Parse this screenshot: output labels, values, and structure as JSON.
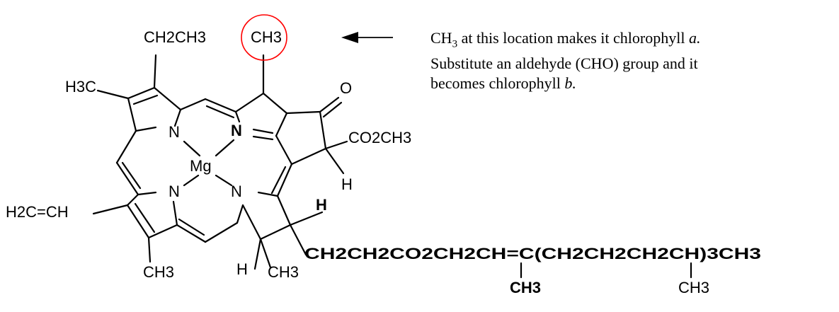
{
  "molecule": {
    "substituents": {
      "ethyl": "CH2CH3",
      "methyl_top": "CH3",
      "methyl_left": "H3C",
      "vinyl": "H2C=CH",
      "methyl_bottom": "CH3",
      "carbonyl_o": "O",
      "ester": "CO2CH3",
      "h_ring5": "H",
      "h_stereo": "H",
      "h_bottom": "H",
      "methyl_ring_d": "CH3",
      "phytol_tail": "CH2CH2CO2CH2CH=C(CH2CH2CH2CH)3CH3",
      "tail_branch1": "CH3",
      "tail_branch2": "CH3"
    },
    "atoms": {
      "metal": "Mg",
      "n1": "N",
      "n2": "N",
      "n3": "N",
      "n4": "N"
    },
    "highlight_color": "#ff0000"
  },
  "annotation": {
    "line1_pre": "CH",
    "line1_sub": "3",
    "line1_mid": " at this location makes it chlorophyll ",
    "line1_em": "a.",
    "line2": "Substitute an aldehyde (CHO) group and it",
    "line3_pre": "becomes chlorophyll ",
    "line3_em": "b."
  }
}
